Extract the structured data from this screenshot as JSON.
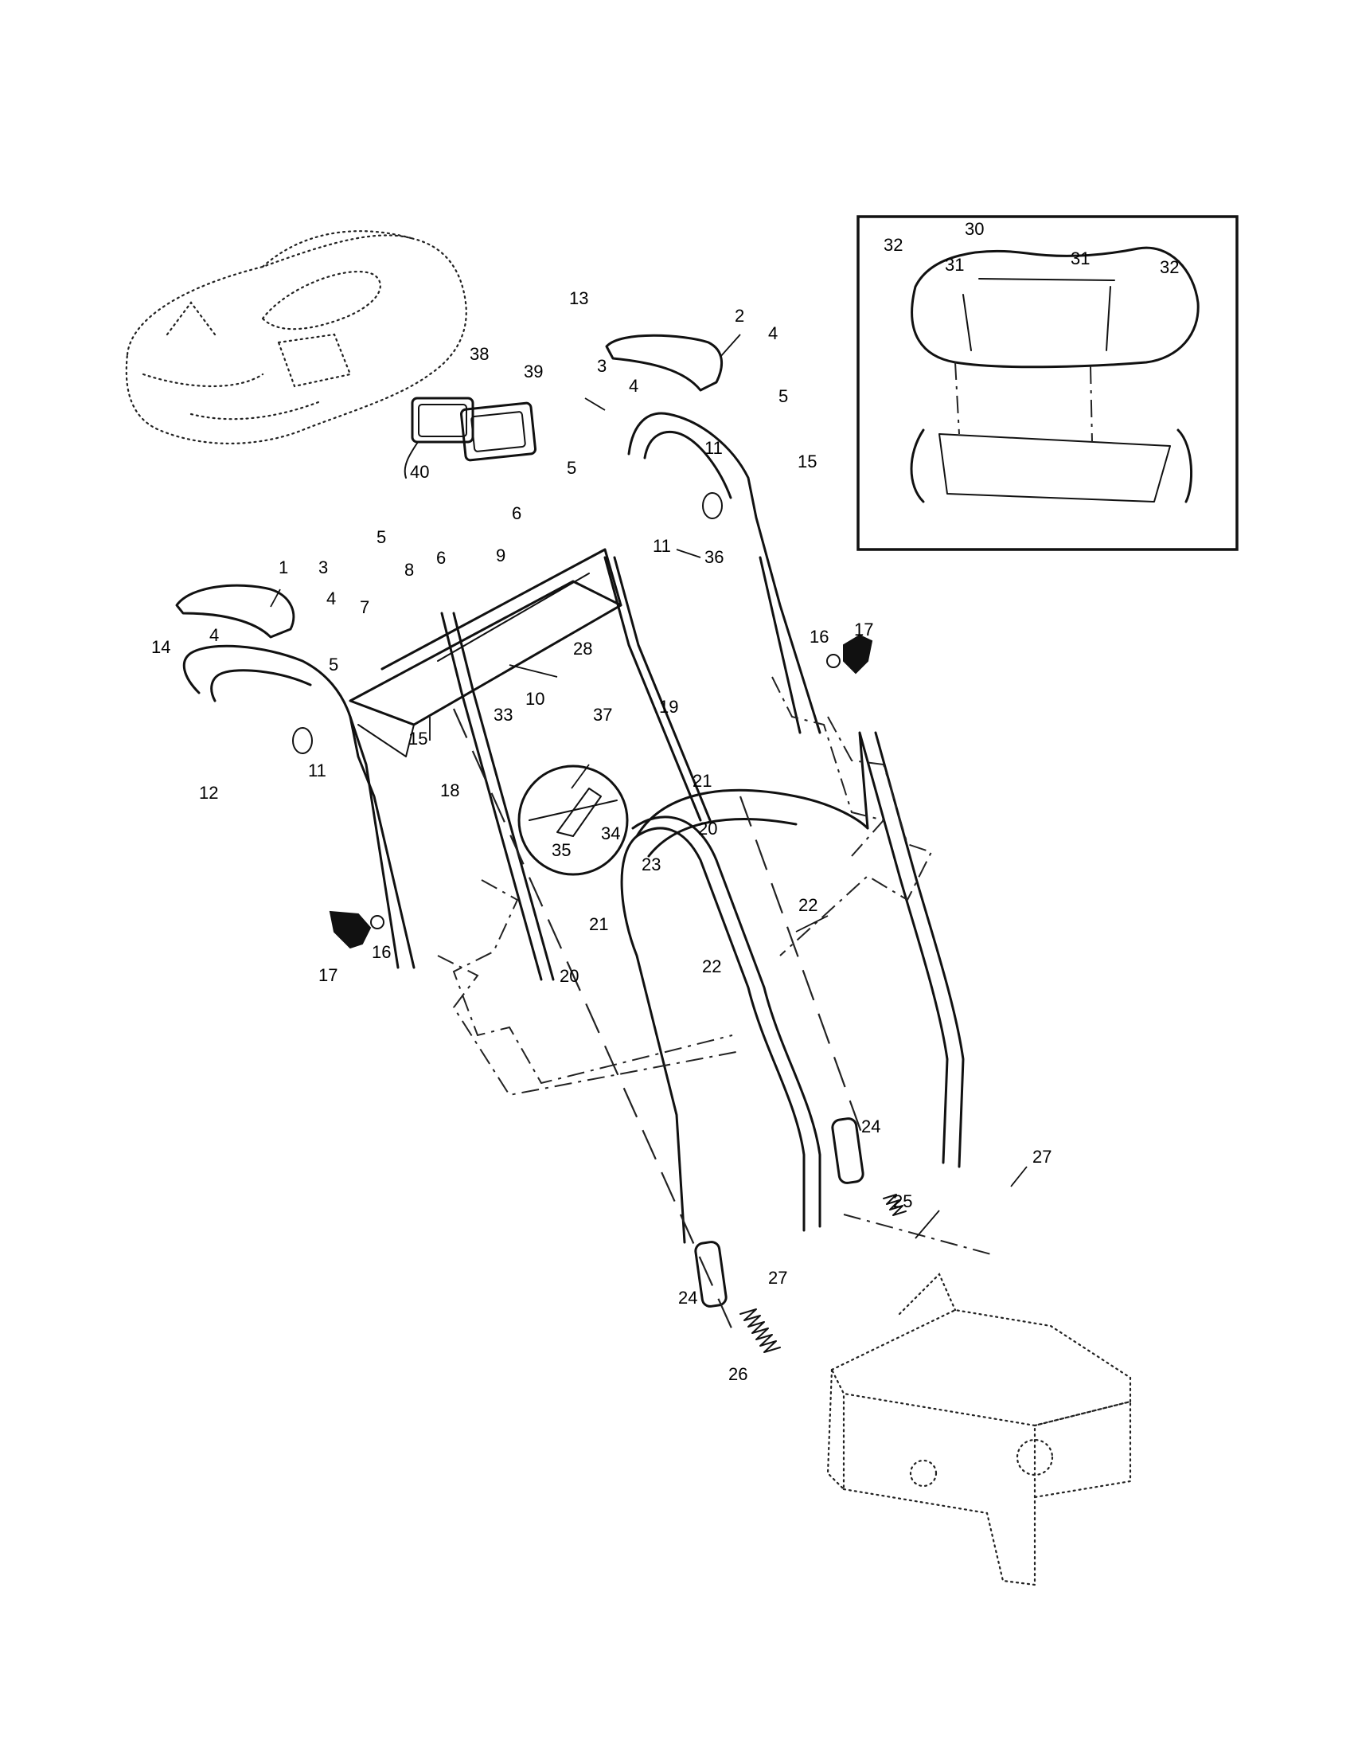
{
  "callouts": [
    {
      "id": "c1",
      "text": "1"
    },
    {
      "id": "c2",
      "text": "2"
    },
    {
      "id": "c3a",
      "text": "3"
    },
    {
      "id": "c3b",
      "text": "3"
    },
    {
      "id": "c4a",
      "text": "4"
    },
    {
      "id": "c4b",
      "text": "4"
    },
    {
      "id": "c4c",
      "text": "4"
    },
    {
      "id": "c4d",
      "text": "4"
    },
    {
      "id": "c5a",
      "text": "5"
    },
    {
      "id": "c5b",
      "text": "5"
    },
    {
      "id": "c5c",
      "text": "5"
    },
    {
      "id": "c5d",
      "text": "5"
    },
    {
      "id": "c6a",
      "text": "6"
    },
    {
      "id": "c6b",
      "text": "6"
    },
    {
      "id": "c7",
      "text": "7"
    },
    {
      "id": "c8",
      "text": "8"
    },
    {
      "id": "c9",
      "text": "9"
    },
    {
      "id": "c10",
      "text": "10"
    },
    {
      "id": "c11a",
      "text": "11"
    },
    {
      "id": "c11b",
      "text": "11"
    },
    {
      "id": "c11c",
      "text": "11"
    },
    {
      "id": "c12",
      "text": "12"
    },
    {
      "id": "c13",
      "text": "13"
    },
    {
      "id": "c14",
      "text": "14"
    },
    {
      "id": "c15a",
      "text": "15"
    },
    {
      "id": "c15b",
      "text": "15"
    },
    {
      "id": "c16a",
      "text": "16"
    },
    {
      "id": "c16b",
      "text": "16"
    },
    {
      "id": "c17a",
      "text": "17"
    },
    {
      "id": "c17b",
      "text": "17"
    },
    {
      "id": "c18",
      "text": "18"
    },
    {
      "id": "c19",
      "text": "19"
    },
    {
      "id": "c20a",
      "text": "20"
    },
    {
      "id": "c20b",
      "text": "20"
    },
    {
      "id": "c21a",
      "text": "21"
    },
    {
      "id": "c21b",
      "text": "21"
    },
    {
      "id": "c22a",
      "text": "22"
    },
    {
      "id": "c22b",
      "text": "22"
    },
    {
      "id": "c23",
      "text": "23"
    },
    {
      "id": "c24a",
      "text": "24"
    },
    {
      "id": "c24b",
      "text": "24"
    },
    {
      "id": "c25",
      "text": "25"
    },
    {
      "id": "c26",
      "text": "26"
    },
    {
      "id": "c27a",
      "text": "27"
    },
    {
      "id": "c27b",
      "text": "27"
    },
    {
      "id": "c28",
      "text": "28"
    },
    {
      "id": "c30",
      "text": "30"
    },
    {
      "id": "c31a",
      "text": "31"
    },
    {
      "id": "c31b",
      "text": "31"
    },
    {
      "id": "c32a",
      "text": "32"
    },
    {
      "id": "c32b",
      "text": "32"
    },
    {
      "id": "c33",
      "text": "33"
    },
    {
      "id": "c34",
      "text": "34"
    },
    {
      "id": "c35",
      "text": "35"
    },
    {
      "id": "c36",
      "text": "36"
    },
    {
      "id": "c37",
      "text": "37"
    },
    {
      "id": "c38",
      "text": "38"
    },
    {
      "id": "c39",
      "text": "39"
    },
    {
      "id": "c40",
      "text": "40"
    }
  ]
}
